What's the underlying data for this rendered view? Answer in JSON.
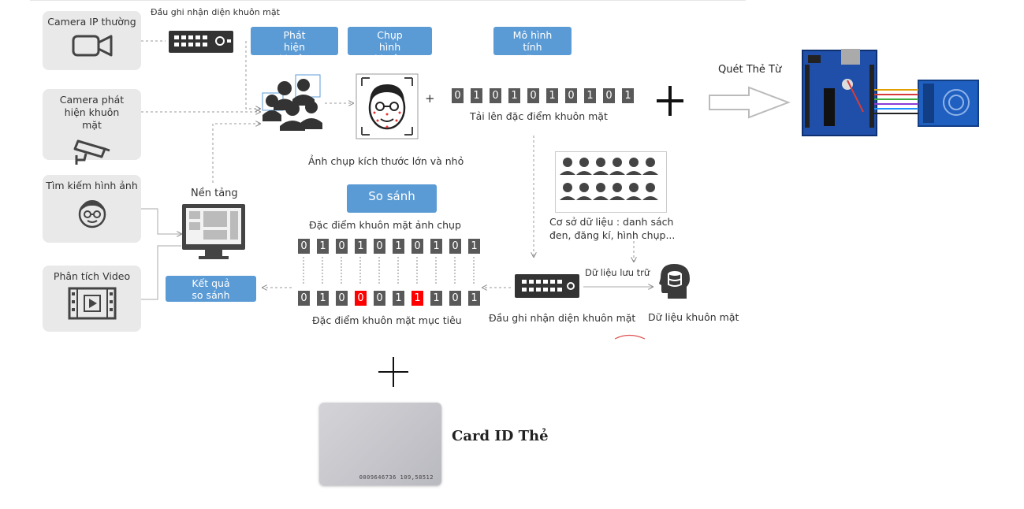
{
  "header": {
    "recorder_label": "Đầu ghi nhận diện khuôn mặt"
  },
  "sources": [
    {
      "label": "Camera IP thường",
      "icon": "video-camera-icon"
    },
    {
      "label": "Camera phát hiện khuôn mặt",
      "icon": "cctv-camera-icon"
    },
    {
      "label": "Tìm kiếm hình ảnh",
      "icon": "face-icon"
    },
    {
      "label": "Phân tích Video",
      "icon": "film-play-icon"
    }
  ],
  "tags": {
    "detect": "Phát hiện khuôn mặt",
    "capture": "Chụp hình khuôn mặt",
    "model": "Mô hình tính năng",
    "compare": "So sánh",
    "result": "Kết quả so sánh"
  },
  "labels": {
    "plus_small": "+",
    "upload_features": "Tải lên đặc điểm khuôn mặt",
    "photo_sizes": "Ảnh chụp kích thước lớn và nhỏ",
    "platform": "Nền tảng",
    "captured_features": "Đặc điểm khuôn mặt ảnh chụp",
    "target_features": "Đặc điểm khuôn mặt mục tiêu",
    "database": "Cơ sở dữ liệu : danh sách đen, đăng kí, hình chụp...",
    "storage_data": "Dữ liệu lưu trữ",
    "recorder_bottom": "Đầu ghi nhận diện khuôn mặt",
    "face_data": "Dữ liệu khuôn mặt",
    "scan_card": "Quét Thẻ Từ",
    "card_id": "Card ID Thẻ",
    "card_number": "0009646736 109,58512"
  },
  "codes": {
    "upload": [
      "0",
      "1",
      "0",
      "1",
      "0",
      "1",
      "0",
      "1",
      "0",
      "1"
    ],
    "captured": [
      "0",
      "1",
      "0",
      "1",
      "0",
      "1",
      "0",
      "1",
      "0",
      "1"
    ],
    "target": [
      "0",
      "1",
      "0",
      "0",
      "0",
      "1",
      "1",
      "1",
      "0",
      "1"
    ],
    "target_diff": [
      3,
      6
    ]
  },
  "colors": {
    "tag_blue": "#5b9bd5",
    "digit_gray": "#595959",
    "diff_red": "#ff0000",
    "box_gray": "#e9e9e9",
    "board_blue": "#1f4fa8"
  }
}
